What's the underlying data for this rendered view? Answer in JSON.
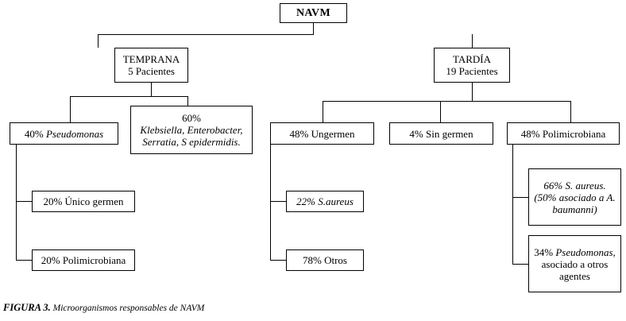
{
  "figure": {
    "caption_label": "FIGURA 3.",
    "caption_text": " Microorganismos responsables de NAVM"
  },
  "nodes": {
    "root": {
      "label": "NAVM"
    },
    "temprana": {
      "line1": "TEMPRANA",
      "line2": "5 Pacientes"
    },
    "tardia": {
      "line1": "TARDÍA",
      "line2": "19 Pacientes"
    },
    "temprana_a": {
      "percent": "40% ",
      "organism": "Pseudomonas"
    },
    "temprana_b": {
      "line1": "60%",
      "line2": "Klebsiella, Enterobacter,",
      "line3": "Serratia, S epidermidis."
    },
    "temprana_a1": {
      "label": "20% Único germen"
    },
    "temprana_a2": {
      "label": "20% Polimicrobiana"
    },
    "tardia_a": {
      "label": "48% Ungermen"
    },
    "tardia_b": {
      "label": "4% Sin germen"
    },
    "tardia_c": {
      "label": "48% Polimicrobiana"
    },
    "tardia_a1": {
      "percent": "22% ",
      "organism": "S.aureus"
    },
    "tardia_a2": {
      "label": "78% Otros"
    },
    "tardia_c1": {
      "line1a": "66% ",
      "line1b": "S. aureus.",
      "line2a": "(50% asociado a ",
      "line2b": "A.",
      "line3": "baumanni)"
    },
    "tardia_c2": {
      "line1a": "34% ",
      "line1b": "Pseudomonas",
      "line1c": ",",
      "line2": "asociado a otros",
      "line3": "agentes"
    }
  },
  "colors": {
    "background": "#ffffff",
    "stroke": "#000000",
    "text": "#000000"
  }
}
